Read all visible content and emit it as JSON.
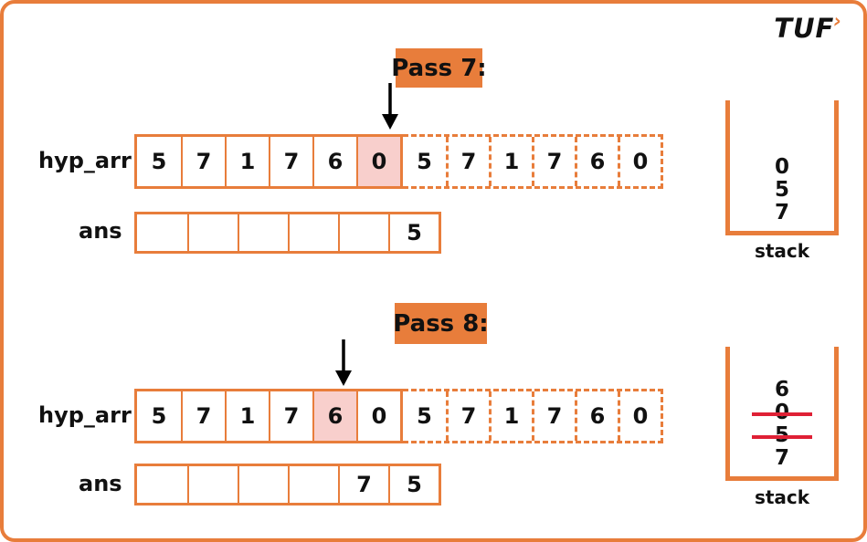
{
  "logo": {
    "text": "TUF",
    "chevron": "›"
  },
  "colors": {
    "orange": "#E87D3B",
    "highlight_pink": "#F8CFCC",
    "strike_red": "#DF2035",
    "text": "#111111"
  },
  "passes": [
    {
      "title": "Pass 7:",
      "array_label": "hyp_arr",
      "ans_label": "ans",
      "solid_cells": [
        "5",
        "7",
        "1",
        "7",
        "6",
        "0"
      ],
      "highlight_index": 5,
      "dashed_cells": [
        "5",
        "7",
        "1",
        "7",
        "6",
        "0"
      ],
      "ans_cells": [
        "",
        "",
        "",
        "",
        "",
        "5"
      ],
      "stack": {
        "label": "stack",
        "items": [
          {
            "value": "0",
            "struck": false
          },
          {
            "value": "5",
            "struck": false
          },
          {
            "value": "7",
            "struck": false
          }
        ]
      }
    },
    {
      "title": "Pass 8:",
      "array_label": "hyp_arr",
      "ans_label": "ans",
      "solid_cells": [
        "5",
        "7",
        "1",
        "7",
        "6",
        "0"
      ],
      "highlight_index": 4,
      "dashed_cells": [
        "5",
        "7",
        "1",
        "7",
        "6",
        "0"
      ],
      "ans_cells": [
        "",
        "",
        "",
        "",
        "7",
        "5"
      ],
      "stack": {
        "label": "stack",
        "items": [
          {
            "value": "6",
            "struck": false
          },
          {
            "value": "0",
            "struck": true
          },
          {
            "value": "5",
            "struck": true
          },
          {
            "value": "7",
            "struck": false
          }
        ]
      }
    }
  ]
}
